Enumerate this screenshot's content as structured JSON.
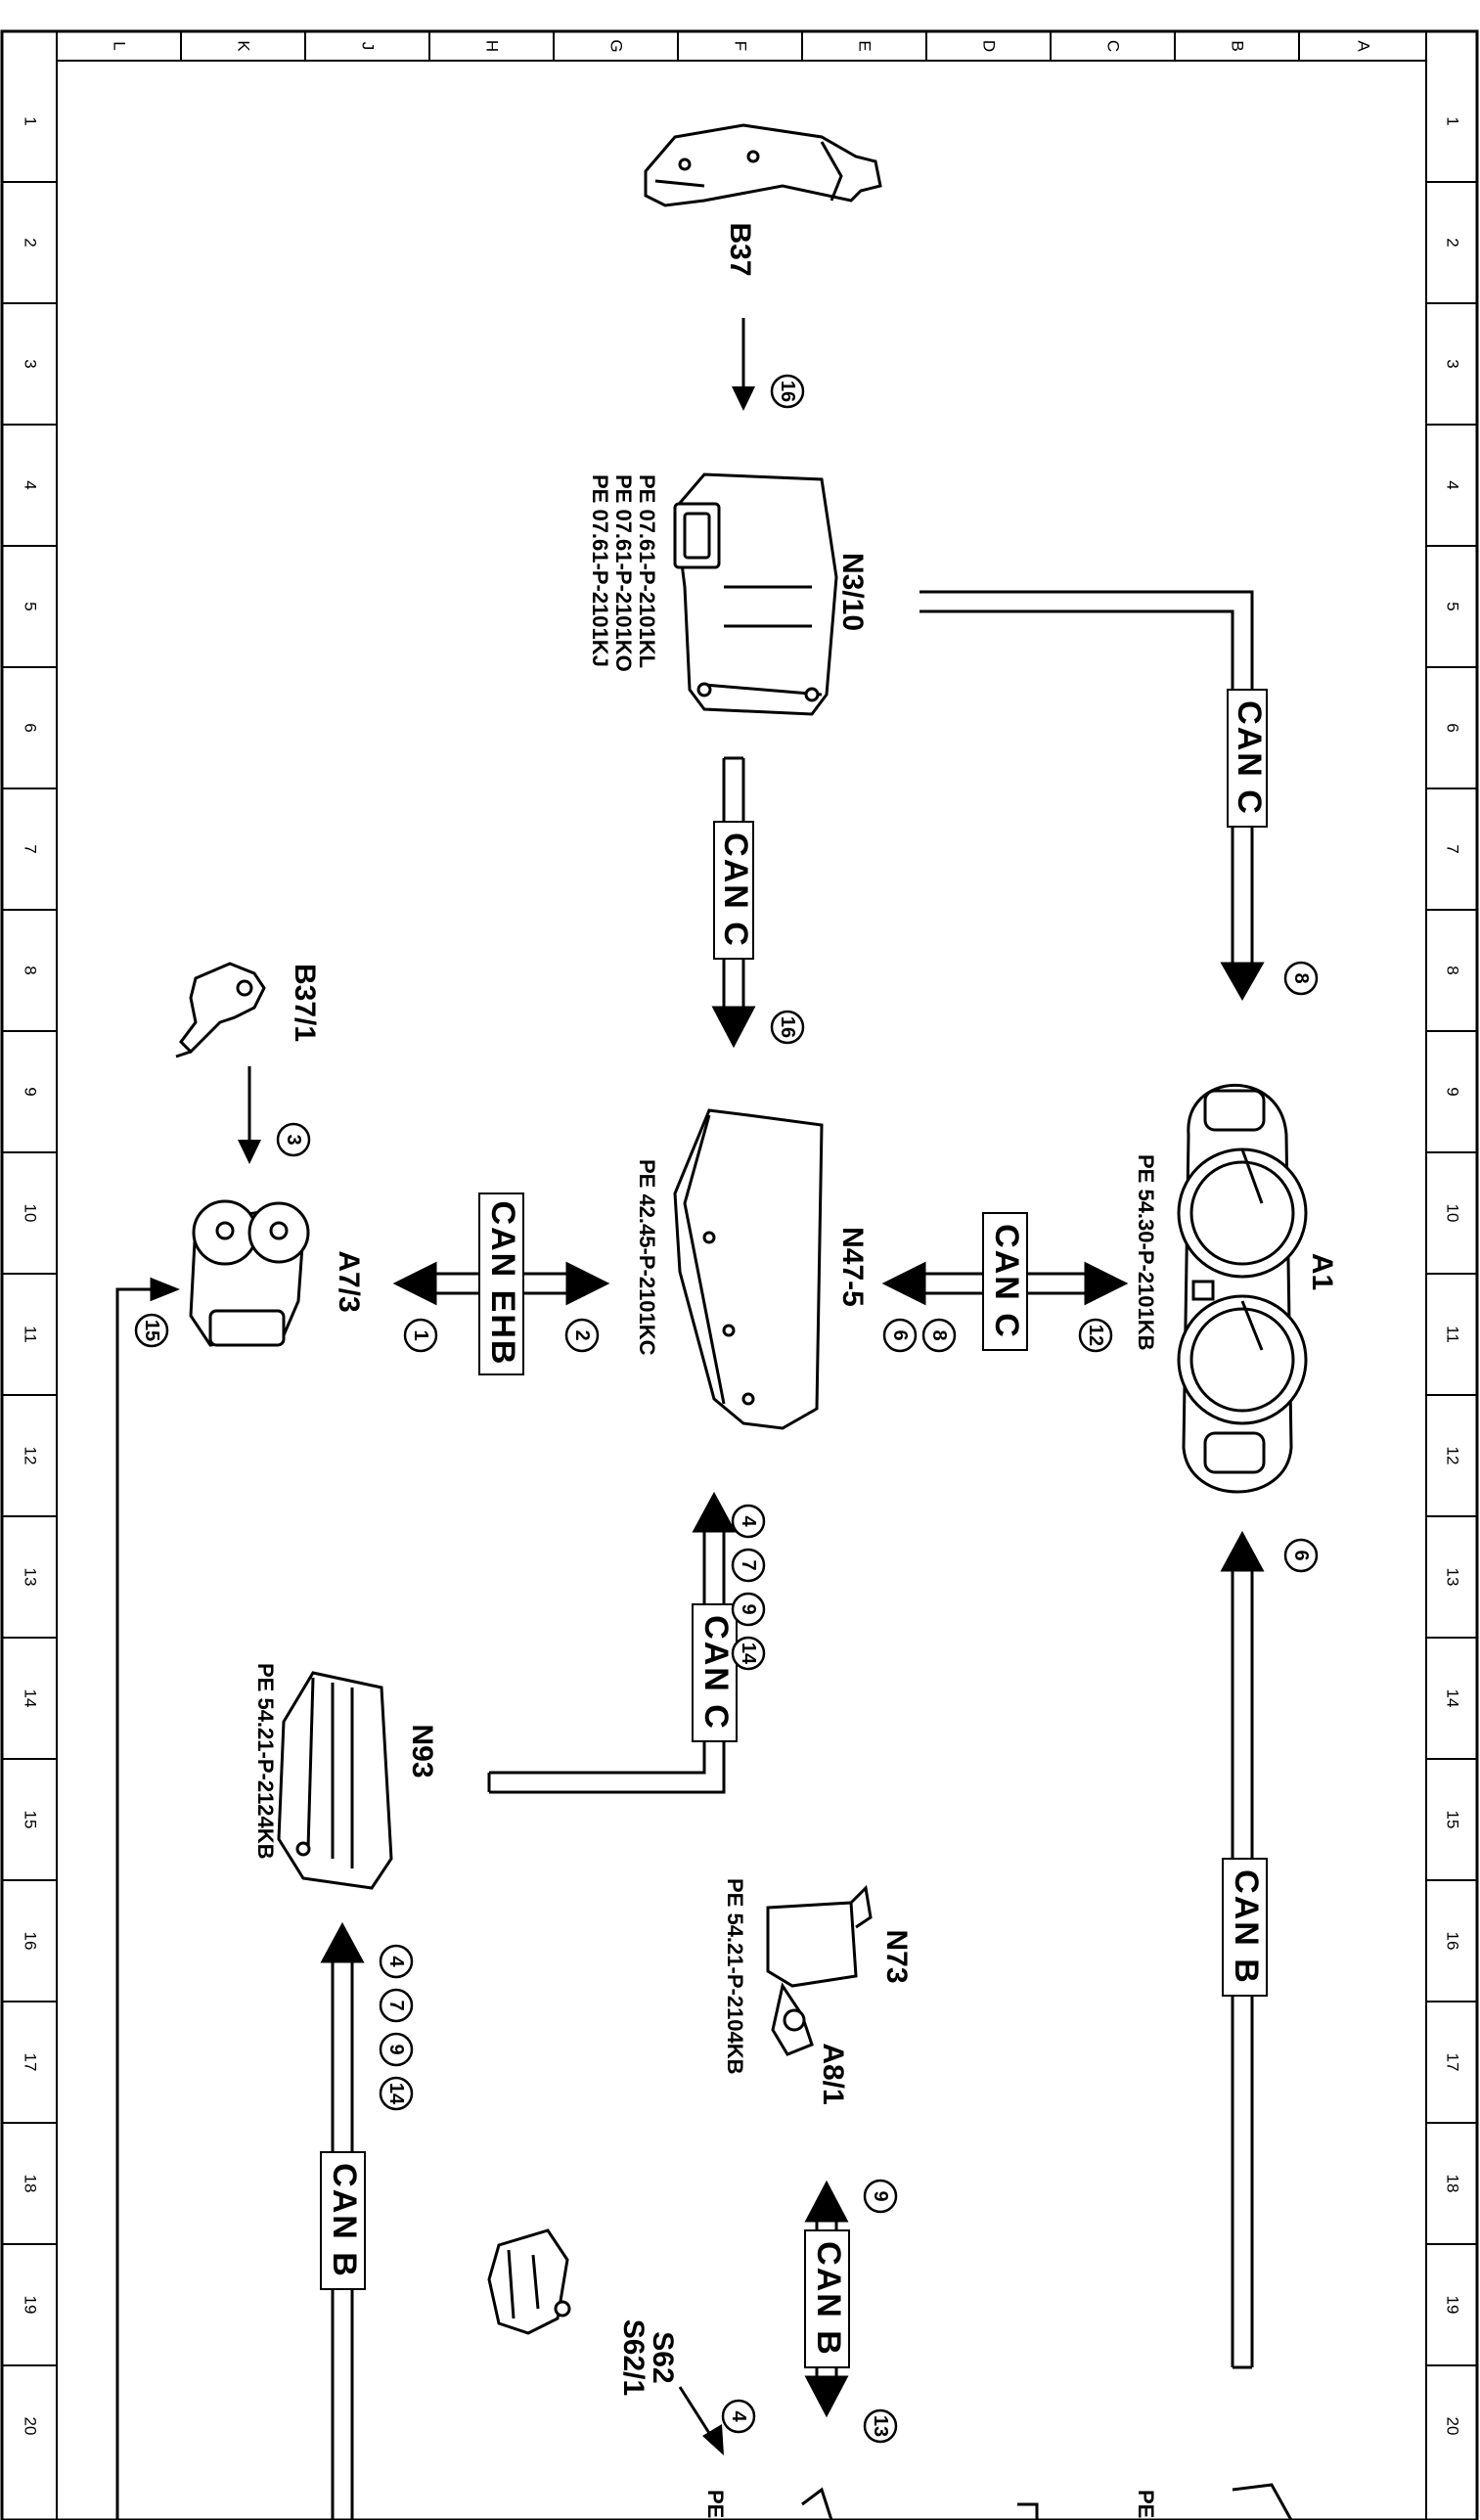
{
  "grid": {
    "columns": [
      "L",
      "K",
      "J",
      "H",
      "G",
      "F",
      "E",
      "D",
      "C",
      "B",
      "A"
    ],
    "rows": [
      "1",
      "2",
      "3",
      "4",
      "5",
      "6",
      "7",
      "8",
      "9",
      "10",
      "11",
      "12",
      "13",
      "14",
      "15",
      "16",
      "17",
      "18",
      "19",
      "20"
    ]
  },
  "components": {
    "b37": "B37",
    "n3_10": "N3/10",
    "b37_1": "B37/1",
    "a7_3": "A7/3",
    "n47_5": "N47-5",
    "a1": "A1",
    "n93": "N93",
    "n73": "N73",
    "a8_1": "A8/1",
    "s62": "S62",
    "s62_1": "S62/1"
  },
  "references": {
    "n3_10": [
      "PE  07.61-P-2101KL",
      "PE  07.61-P-2101KO",
      "PE  07.61-P-2101KJ"
    ],
    "n47_5": "PE  42.45-P-2101KC",
    "a1": "PE  54.30-P-2101KB",
    "n93": "PE  54.21-P-2124KB",
    "n73": "PE  54.21-P-2104KB",
    "partial_bottom_1": "PE",
    "partial_bottom_2": "PE"
  },
  "bus_labels": {
    "can_c": "CAN  C",
    "can_b": "CAN  B",
    "can_ehb": "CAN  EHB"
  },
  "signal_numbers": {
    "b37_to_n3_10": "16",
    "n3_10_to_n47_5": "16",
    "n3_10_to_a1": "8",
    "b37_1_to_a7_3": "3",
    "a7_3_out": "1",
    "a7_3_in": "2",
    "line_to_a7_3": "15",
    "n47_5_out_6": "6",
    "n47_5_out_8": "8",
    "n47_5_in_12": "12",
    "n93_to_n47_5": [
      "4",
      "7",
      "9",
      "14"
    ],
    "can_b_to_a1": "6",
    "can_b_to_n93": [
      "4",
      "7",
      "9",
      "14"
    ],
    "can_b_a8_up": "9",
    "can_b_a8_down": "13",
    "s62_arrow": "4"
  }
}
